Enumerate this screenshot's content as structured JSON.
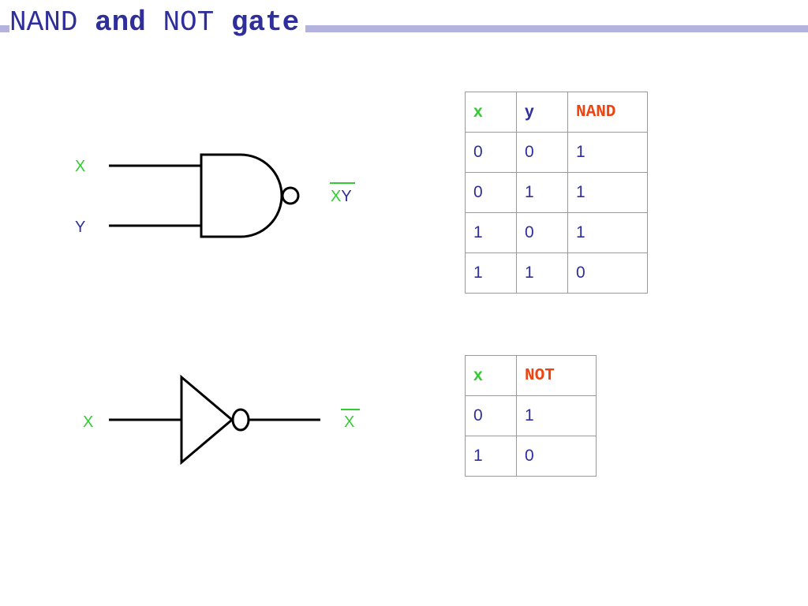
{
  "title": {
    "word1": "NAND",
    "word2": " and ",
    "word3": "NOT",
    "word4": " gate"
  },
  "nand_gate": {
    "input_x": "X",
    "input_y": "Y",
    "output": "XY"
  },
  "not_gate": {
    "input": "X",
    "output": "X"
  },
  "nand_table": {
    "headers": [
      "x",
      "y",
      "NAND"
    ],
    "rows": [
      [
        "0",
        "0",
        "1"
      ],
      [
        "0",
        "1",
        "1"
      ],
      [
        "1",
        "0",
        "1"
      ],
      [
        "1",
        "1",
        "0"
      ]
    ]
  },
  "not_table": {
    "headers": [
      "x",
      "NOT"
    ],
    "rows": [
      [
        "0",
        "1"
      ],
      [
        "1",
        "0"
      ]
    ]
  },
  "colors": {
    "title": "#2f2f9b",
    "title_rule": "#b3b3dd",
    "input_green": "#33cc33",
    "input_blue": "#2f2f9b",
    "output_header": "#ee4411",
    "table_border": "#999999"
  }
}
